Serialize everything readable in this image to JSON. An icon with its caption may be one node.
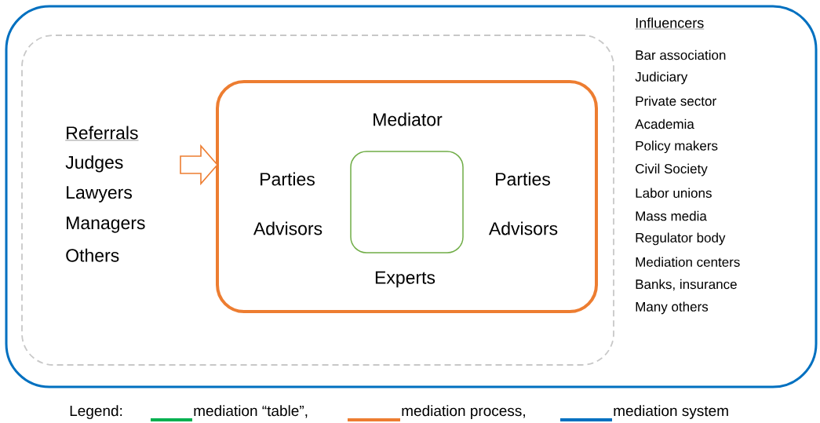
{
  "diagram": {
    "nodes": [
      {
        "text": [
          "Influencers",
          "Bar association",
          "Judiciary",
          "Private sector",
          "Academia",
          "Policy makers",
          "Civil Society",
          "Labor unions",
          "Mass media",
          "Regulator body",
          "Mediation centers",
          "Banks, insurance",
          "Many others"
        ]
      },
      {
        "text": [
          "Referrals",
          "Judges",
          "Lawyers",
          "Managers",
          "Others"
        ],
        "in": 0
      },
      {
        "text": [
          "Mediator",
          "Parties",
          "Advisors",
          "Parties",
          "Advisors",
          "Experts"
        ],
        "in": 1
      },
      {
        "text": [],
        "shape": "box",
        "in": 2
      }
    ],
    "edges": [
      {
        "from": null,
        "to": 2,
        "arrow": "to"
      }
    ],
    "labels": [
      "Legend:"
    ],
    "legend": [
      {
        "text": "mediation “table”,",
        "color": "#00b050"
      },
      {
        "text": "mediation process,",
        "color": "#ed7d31"
      },
      {
        "text": "mediation system",
        "color": "#0070c0"
      }
    ]
  }
}
